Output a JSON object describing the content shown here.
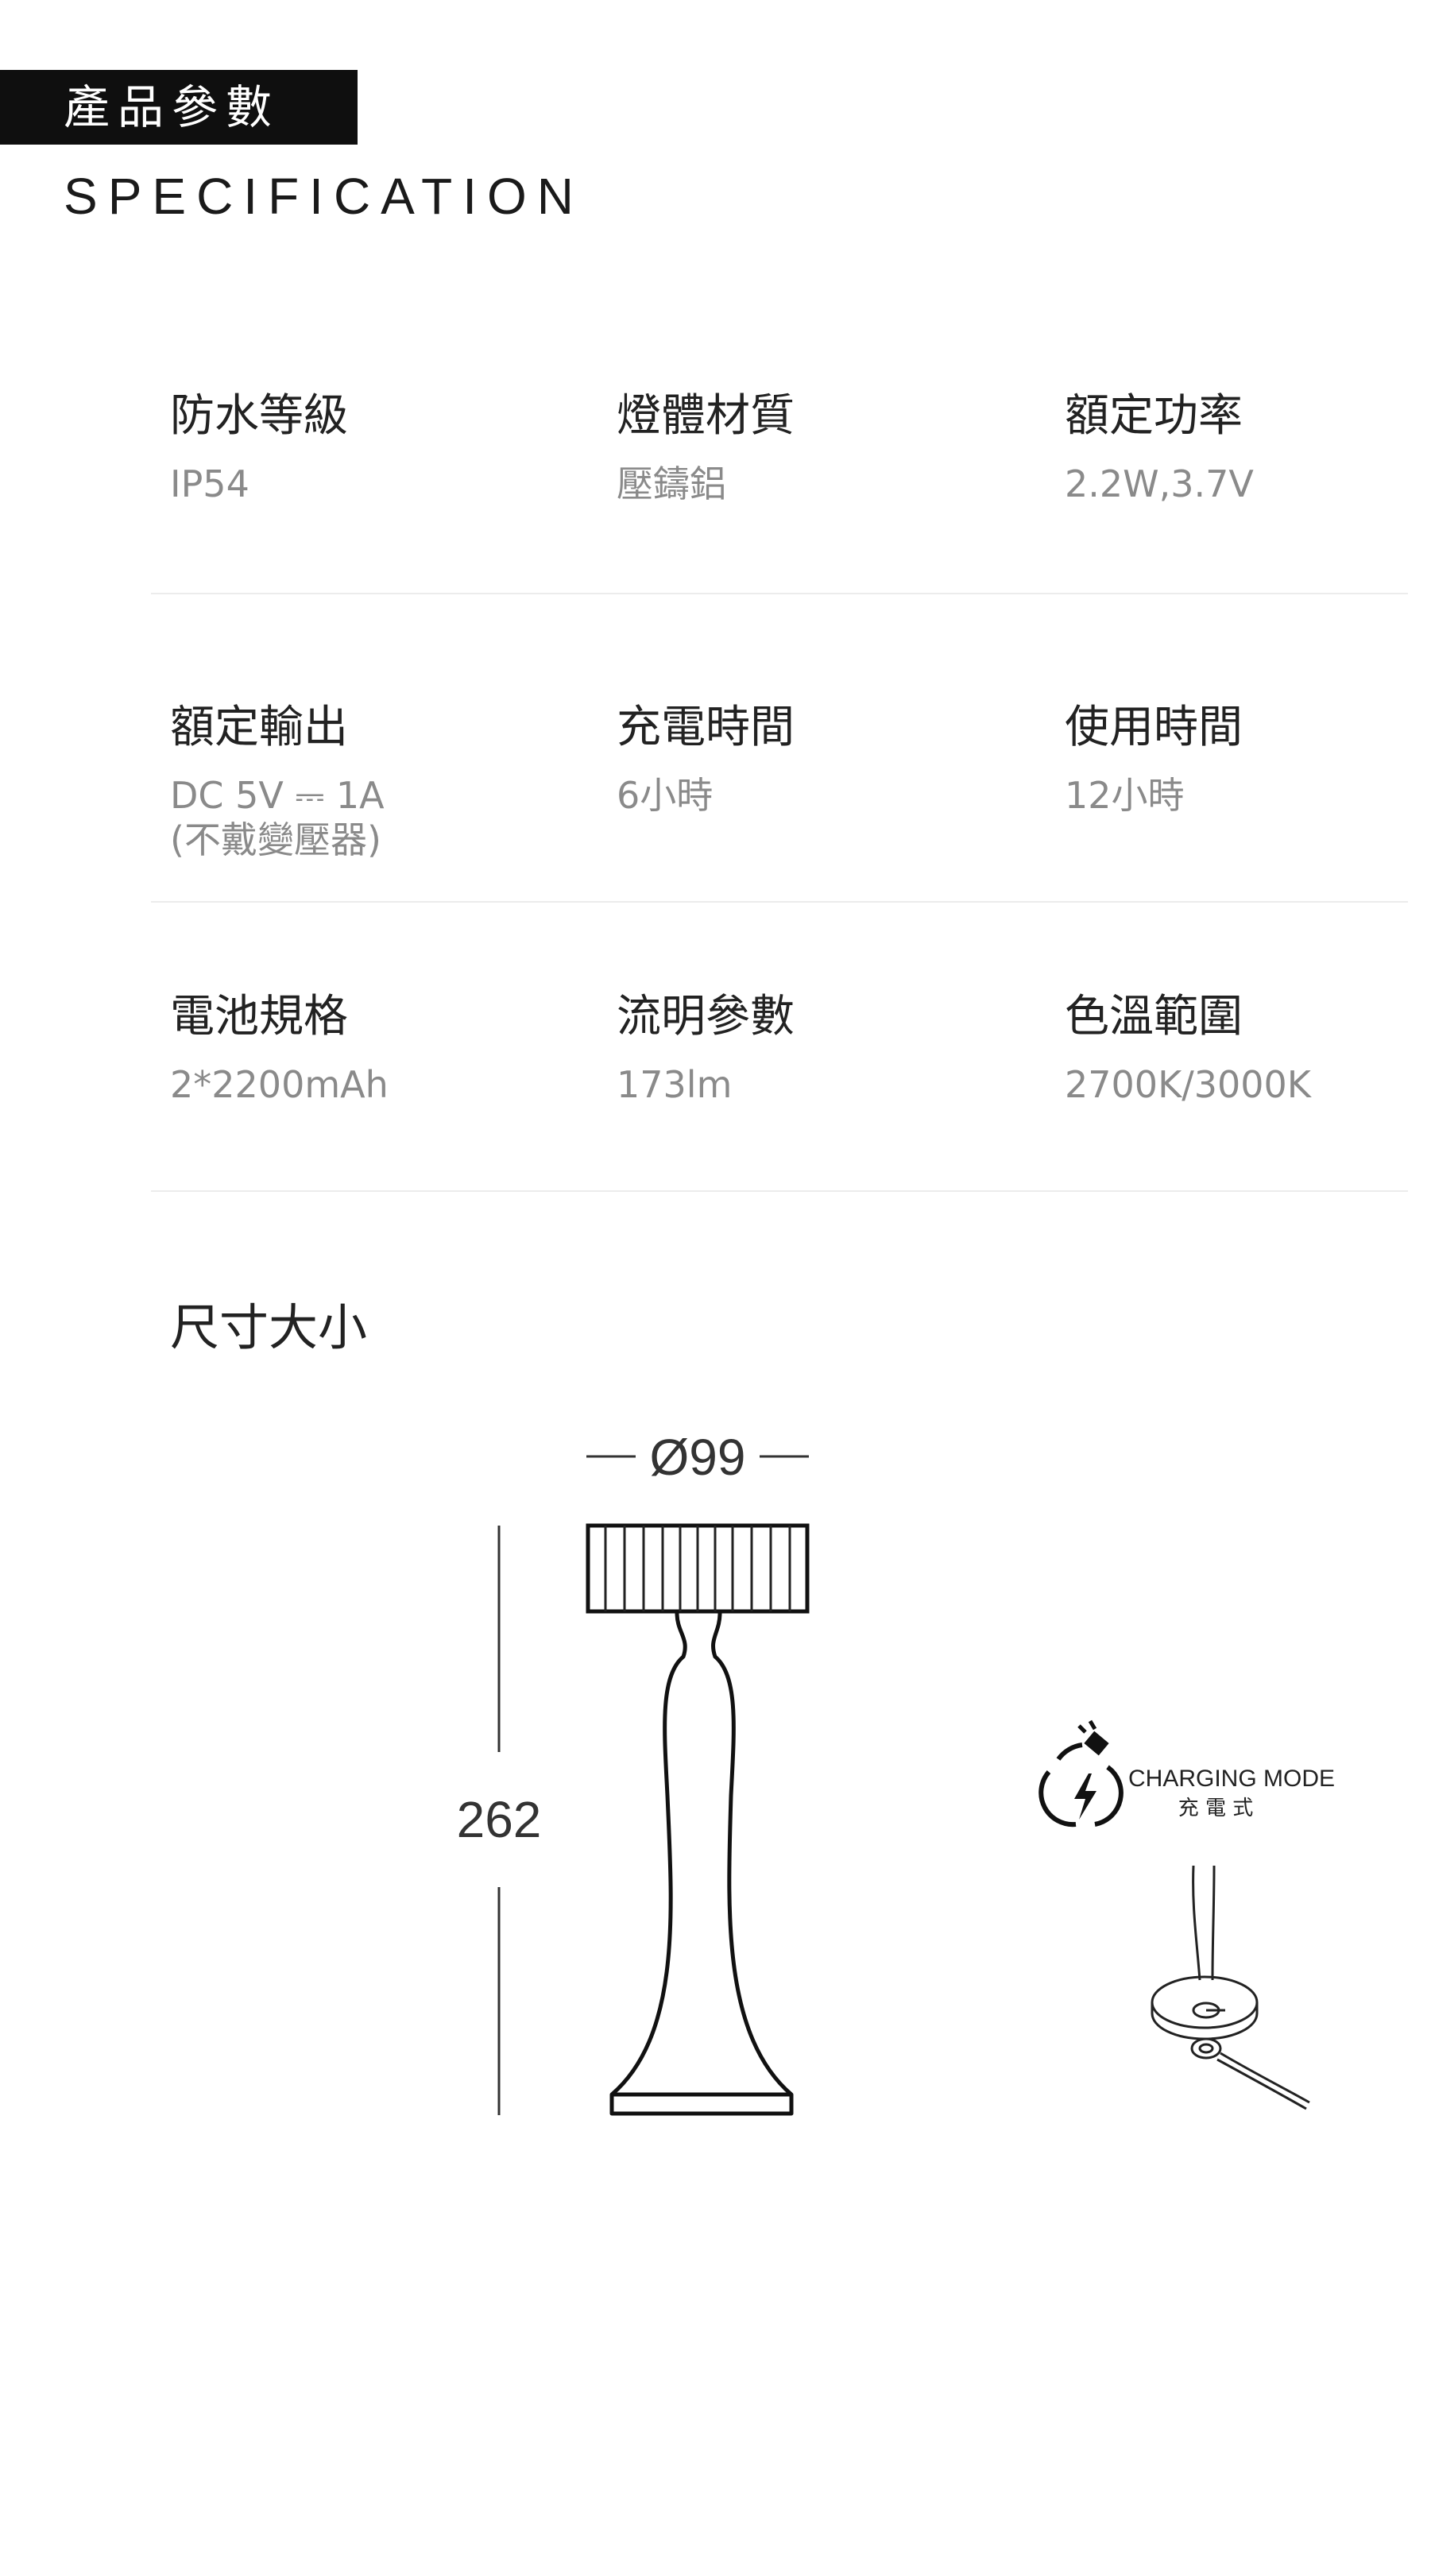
{
  "header": {
    "badge": "產品參數",
    "subtitle": "SPECIFICATION"
  },
  "specs": [
    {
      "label": "防水等級",
      "value": "IP54"
    },
    {
      "label": "燈體材質",
      "value": "壓鑄鋁"
    },
    {
      "label": "額定功率",
      "value": "2.2W,3.7V"
    },
    {
      "label": "額定輸出",
      "value": "DC 5V ⎓ 1A\n(不戴變壓器)"
    },
    {
      "label": "充電時間",
      "value": "6小時"
    },
    {
      "label": "使用時間",
      "value": "12小時"
    },
    {
      "label": "電池規格",
      "value": "2*2200mAh"
    },
    {
      "label": "流明參數",
      "value": "173lm"
    },
    {
      "label": "色溫範圍",
      "value": "2700K/3000K"
    }
  ],
  "size_section": {
    "title": "尺寸大小",
    "diameter": "Ø99",
    "height": "262"
  },
  "charging": {
    "mode_en": "CHARGING MODE",
    "mode_zh": "充 電 式"
  }
}
